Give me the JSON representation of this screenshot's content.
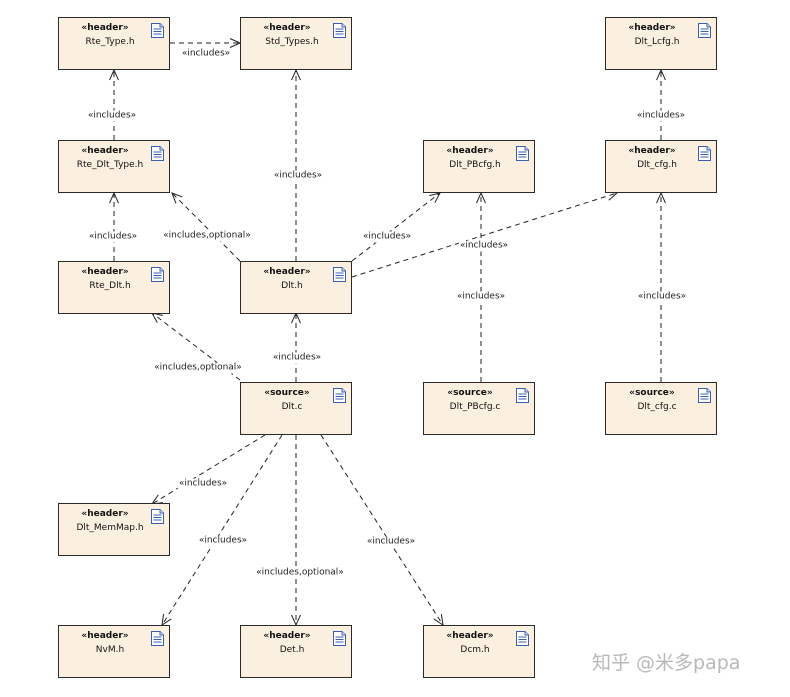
{
  "nodes": {
    "rte_type_h": {
      "stereotype": "«header»",
      "name": "Rte_Type.h"
    },
    "std_types_h": {
      "stereotype": "«header»",
      "name": "Std_Types.h"
    },
    "dlt_lcfg_h": {
      "stereotype": "«header»",
      "name": "Dlt_Lcfg.h"
    },
    "rte_dlt_type_h": {
      "stereotype": "«header»",
      "name": "Rte_Dlt_Type.h"
    },
    "dlt_pbcfg_h": {
      "stereotype": "«header»",
      "name": "Dlt_PBcfg.h"
    },
    "dlt_cfg_h": {
      "stereotype": "«header»",
      "name": "Dlt_cfg.h"
    },
    "rte_dlt_h": {
      "stereotype": "«header»",
      "name": "Rte_Dlt.h"
    },
    "dlt_h": {
      "stereotype": "«header»",
      "name": "Dlt.h"
    },
    "dlt_c": {
      "stereotype": "«source»",
      "name": "Dlt.c"
    },
    "dlt_pbcfg_c": {
      "stereotype": "«source»",
      "name": "Dlt_PBcfg.c"
    },
    "dlt_cfg_c": {
      "stereotype": "«source»",
      "name": "Dlt_cfg.c"
    },
    "dlt_memmap_h": {
      "stereotype": "«header»",
      "name": "Dlt_MemMap.h"
    },
    "nvm_h": {
      "stereotype": "«header»",
      "name": "NvM.h"
    },
    "det_h": {
      "stereotype": "«header»",
      "name": "Det.h"
    },
    "dcm_h": {
      "stereotype": "«header»",
      "name": "Dcm.h"
    }
  },
  "edges": [
    {
      "from": "rte_type_h",
      "to": "std_types_h",
      "label": "«includes»"
    },
    {
      "from": "rte_dlt_type_h",
      "to": "rte_type_h",
      "label": "«includes»"
    },
    {
      "from": "dlt_h",
      "to": "std_types_h",
      "label": "«includes»"
    },
    {
      "from": "dlt_cfg_h",
      "to": "dlt_lcfg_h",
      "label": "«includes»"
    },
    {
      "from": "rte_dlt_h",
      "to": "rte_dlt_type_h",
      "label": "«includes»"
    },
    {
      "from": "dlt_h",
      "to": "rte_dlt_type_h",
      "label": "«includes,optional»"
    },
    {
      "from": "dlt_h",
      "to": "dlt_pbcfg_h",
      "label": "«includes»"
    },
    {
      "from": "dlt_h",
      "to": "dlt_cfg_h",
      "label": "«includes»"
    },
    {
      "from": "dlt_pbcfg_c",
      "to": "dlt_pbcfg_h",
      "label": "«includes»"
    },
    {
      "from": "dlt_cfg_c",
      "to": "dlt_cfg_h",
      "label": "«includes»"
    },
    {
      "from": "dlt_c",
      "to": "rte_dlt_h",
      "label": "«includes,optional»"
    },
    {
      "from": "dlt_c",
      "to": "dlt_h",
      "label": "«includes»"
    },
    {
      "from": "dlt_c",
      "to": "dlt_memmap_h",
      "label": "«includes»"
    },
    {
      "from": "dlt_c",
      "to": "nvm_h",
      "label": "«includes»"
    },
    {
      "from": "dlt_c",
      "to": "det_h",
      "label": "«includes,optional»"
    },
    {
      "from": "dlt_c",
      "to": "dcm_h",
      "label": "«includes»"
    }
  ],
  "watermark": "知乎 @米多papa"
}
